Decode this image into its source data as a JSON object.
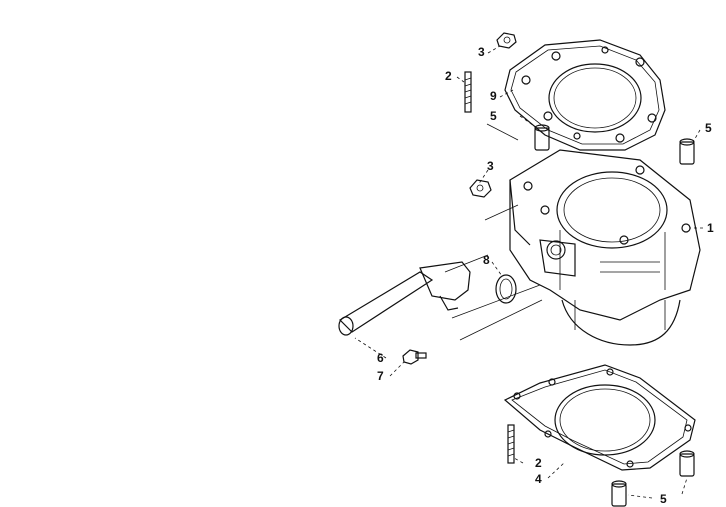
{
  "diagram": {
    "callouts": [
      {
        "id": "c1",
        "label": "1"
      },
      {
        "id": "c2a",
        "label": "2"
      },
      {
        "id": "c2b",
        "label": "2"
      },
      {
        "id": "c3a",
        "label": "3"
      },
      {
        "id": "c3b",
        "label": "3"
      },
      {
        "id": "c4",
        "label": "4"
      },
      {
        "id": "c5a",
        "label": "5"
      },
      {
        "id": "c5b",
        "label": "5"
      },
      {
        "id": "c5c",
        "label": "5"
      },
      {
        "id": "c6",
        "label": "6"
      },
      {
        "id": "c7",
        "label": "7"
      },
      {
        "id": "c8",
        "label": "8"
      },
      {
        "id": "c9",
        "label": "9"
      }
    ],
    "parts": [
      "cylinder",
      "stud",
      "nut",
      "base-gasket",
      "dowel-pin",
      "water-pipe",
      "bolt",
      "o-ring",
      "head-gasket"
    ]
  }
}
